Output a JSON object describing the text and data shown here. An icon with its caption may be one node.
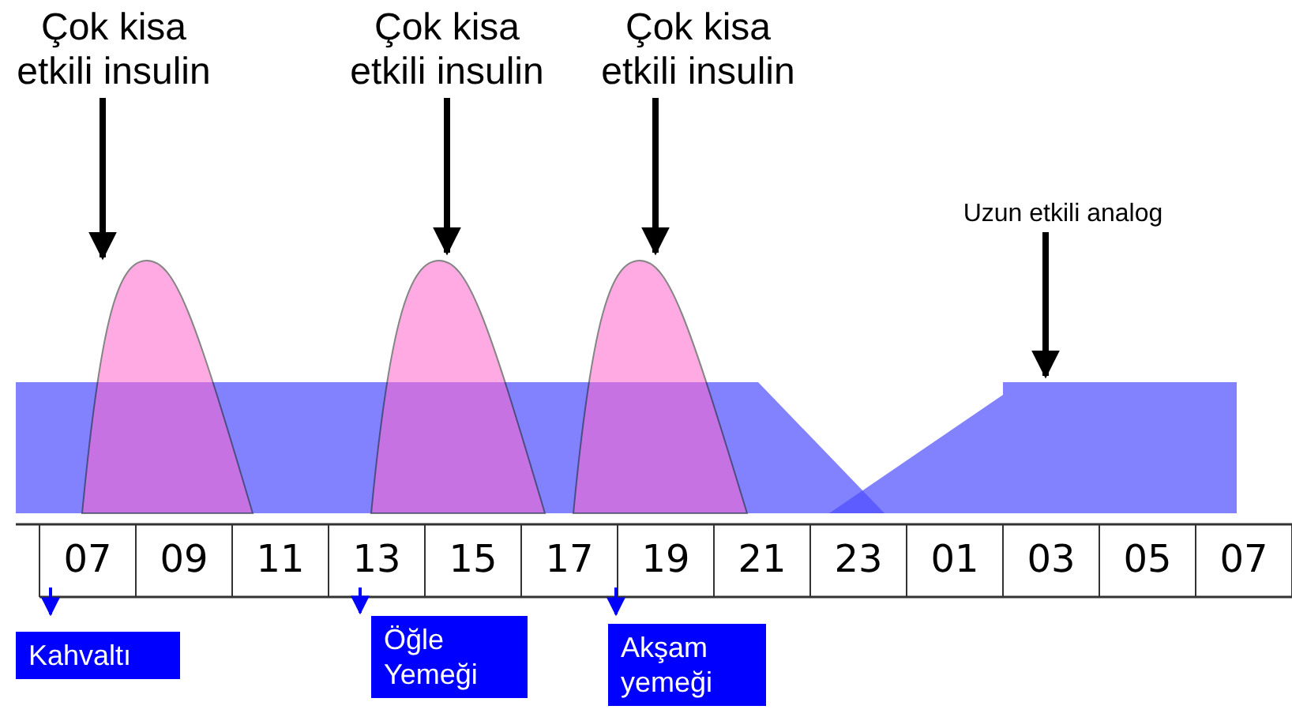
{
  "diagram": {
    "nodes": [
      {
        "text": [
          "Çok kisa etkili insulin"
        ]
      },
      {
        "text": [
          "Çok kisa etkili insulin"
        ]
      },
      {
        "text": [
          "Çok kisa etkili insulin"
        ]
      },
      {
        "text": [
          "Uzun etkili analog"
        ]
      },
      {
        "text": [
          "Kahvaltı"
        ]
      },
      {
        "text": [
          "Öğle Yemeği"
        ]
      },
      {
        "text": [
          "Akşam yemeği"
        ]
      }
    ],
    "edges": [
      {
        "from": 0,
        "to": null,
        "arrow": "to"
      },
      {
        "from": 1,
        "to": null,
        "arrow": "to"
      },
      {
        "from": 2,
        "to": null,
        "arrow": "to"
      },
      {
        "from": 3,
        "to": null,
        "arrow": "to"
      },
      {
        "from": null,
        "to": 4,
        "arrow": "to",
        "color": "#0000ff"
      },
      {
        "from": null,
        "to": 5,
        "arrow": "to",
        "color": "#0000ff"
      },
      {
        "from": null,
        "to": 6,
        "arrow": "to",
        "color": "#0000ff"
      }
    ],
    "labels": [
      "07",
      "09",
      "11",
      "13",
      "15",
      "17",
      "19",
      "21",
      "23",
      "01",
      "03",
      "05",
      "07"
    ]
  }
}
